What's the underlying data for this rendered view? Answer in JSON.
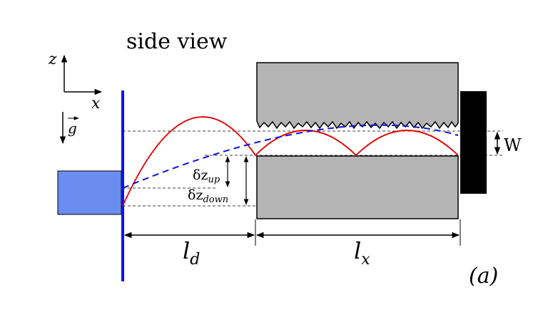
{
  "title": "side view",
  "axes": {
    "z": "z",
    "x": "x"
  },
  "gravity": "g",
  "dz_up": {
    "base": "δz",
    "sub": "up"
  },
  "dz_down": {
    "base": "δz",
    "sub": "down"
  },
  "ld": {
    "base": "l",
    "sub": "d"
  },
  "lx": {
    "base": "l",
    "sub": "x"
  },
  "width_label": "W",
  "panel": "(a)",
  "colors": {
    "source": "#6b8cf0",
    "blue_line": "#0a14e6",
    "trajectory": "#e60000",
    "block": "#b4b4b4",
    "black_block": "#000000"
  }
}
